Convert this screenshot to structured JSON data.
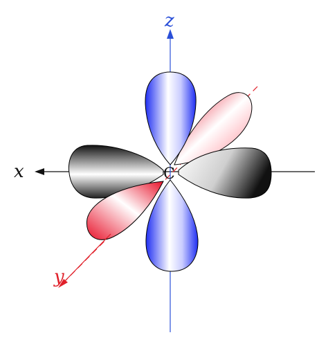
{
  "diagram": {
    "labels": {
      "x": "x",
      "y": "y",
      "z": "z",
      "center": "C"
    },
    "colors": {
      "z_axis": "#2a4fd8",
      "y_axis": "#e0202a",
      "x_axis": "#111111",
      "lobe_blue": "#1f2ef2",
      "lobe_red": "#e8122a",
      "lobe_black": "#111111"
    }
  }
}
